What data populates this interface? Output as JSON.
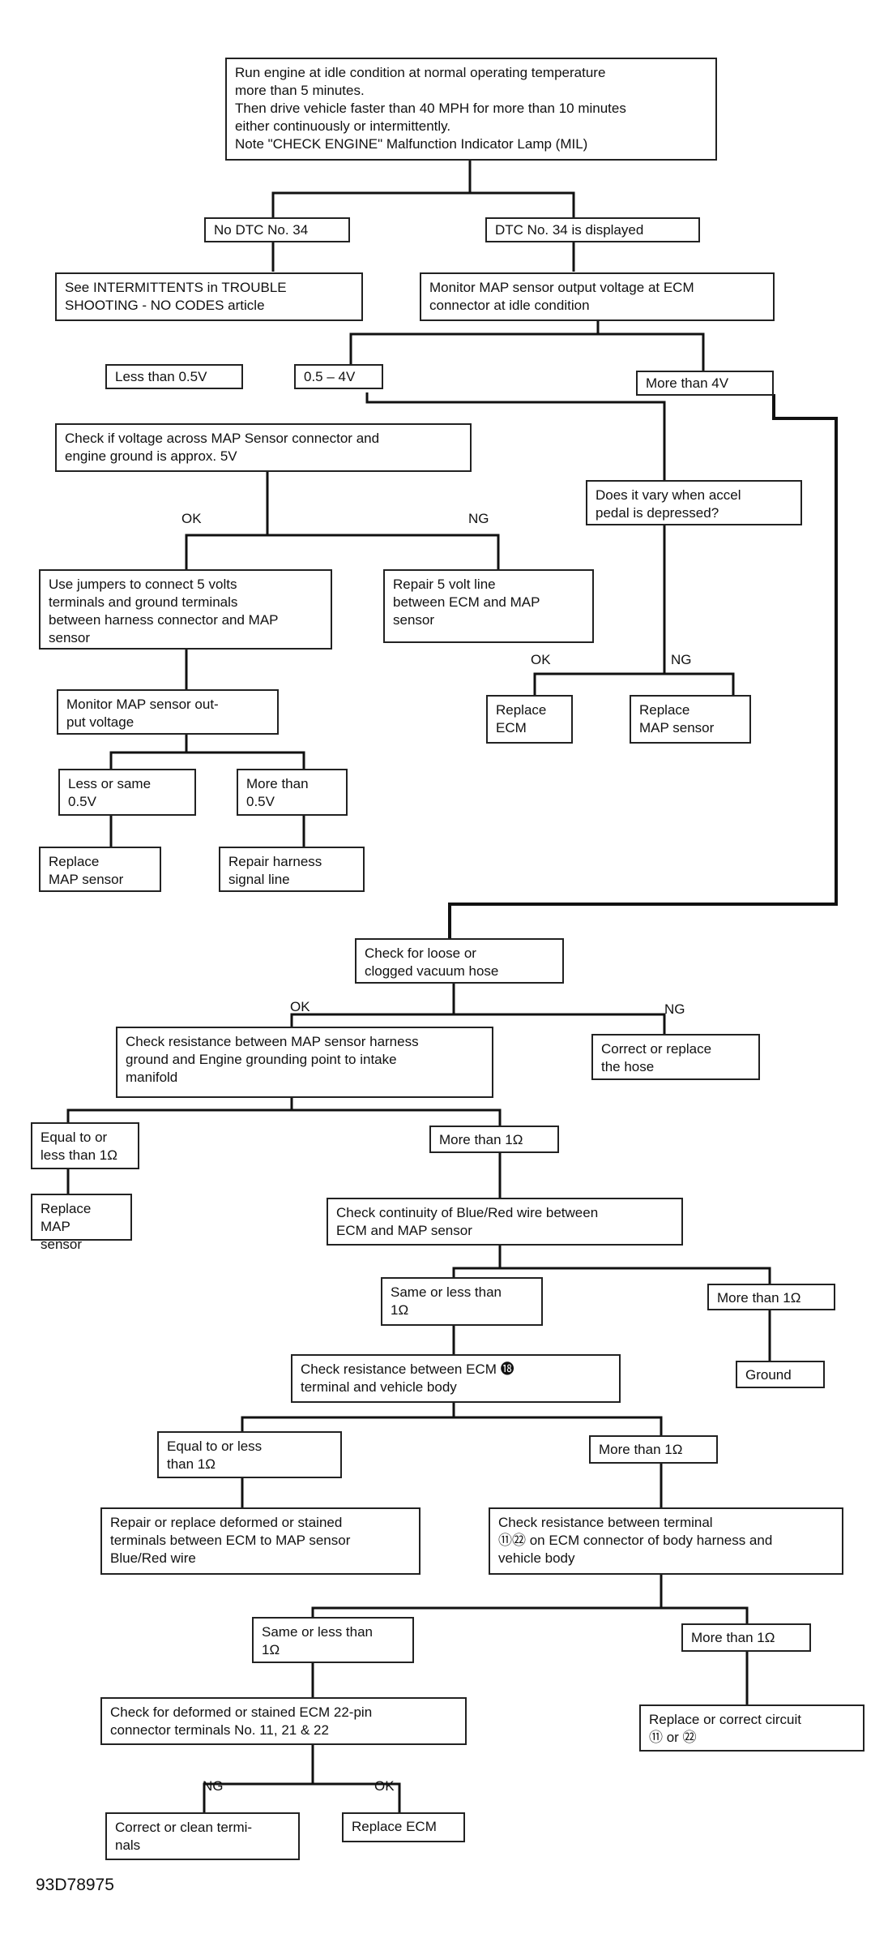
{
  "boxes": {
    "start": "Run engine at idle condition at normal operating temperature\nmore than 5 minutes.\nThen drive vehicle faster than 40 MPH for more than 10 minutes\neither continuously or intermittently.\nNote \"CHECK ENGINE\" Malfunction Indicator Lamp (MIL)",
    "no_dtc": "No DTC No. 34",
    "dtc_displayed": "DTC No. 34 is displayed",
    "see_intermittents": "See INTERMITTENTS in TROUBLE\nSHOOTING - NO CODES article",
    "monitor_map": "Monitor MAP sensor output voltage at ECM\nconnector at idle condition",
    "less_05": "Less than 0.5V",
    "range_05_4": "0.5 – 4V",
    "more_4": "More than 4V",
    "check_5v": "Check if voltage across MAP Sensor connector and\nengine ground is approx. 5V",
    "vary_accel": "Does it vary when accel\npedal is depressed?",
    "use_jumpers": "Use jumpers to connect 5 volts\nterminals and ground terminals\nbetween harness connector and MAP\nsensor",
    "repair_5v": "Repair 5 volt line\nbetween ECM and MAP\nsensor",
    "replace_ecm_1": "Replace\nECM",
    "replace_map_1": "Replace\nMAP sensor",
    "monitor_out": "Monitor MAP sensor out-\nput voltage",
    "less_same_05": "Less or same\n0.5V",
    "more_05": "More than\n0.5V",
    "replace_map_2": "Replace\nMAP sensor",
    "repair_harness": "Repair harness\nsignal line",
    "check_hose": "Check for loose or\nclogged vacuum hose",
    "correct_hose": "Correct or replace\nthe hose",
    "check_resist_ground": "Check resistance between MAP sensor harness\nground and Engine grounding point to intake\nmanifold",
    "equal_less_1": "Equal to or\nless than 1Ω",
    "more_1_a": "More than 1Ω",
    "replace_map_3": "Replace MAP\nsensor",
    "check_continuity": "Check continuity of Blue/Red wire between\nECM and MAP sensor",
    "same_less_1_a": "Same or less than\n1Ω",
    "more_1_b": "More than 1Ω",
    "check_resist_ecm": "Check resistance between ECM ⓲\nterminal and vehicle body",
    "ground": "Ground",
    "equal_less_1_b": "Equal to or less\nthan 1Ω",
    "more_1_c": "More than 1Ω",
    "repair_deformed": "Repair or replace deformed or stained\nterminals between ECM to MAP sensor\nBlue/Red wire",
    "check_resist_terminal": "Check resistance between terminal\n⑪㉒ on ECM connector of body harness and\nvehicle body",
    "same_less_1_b": "Same or less than\n1Ω",
    "more_1_d": "More than 1Ω",
    "check_pin": "Check for deformed or stained ECM 22-pin\nconnector terminals No. 11, 21 & 22",
    "replace_circuit": "Replace or correct circuit\n⑪ or ㉒",
    "correct_clean": "Correct or clean termi-\nnals",
    "replace_ecm_2": "Replace ECM"
  },
  "labels": {
    "ok_1": "OK",
    "ng_1": "NG",
    "ok_2": "OK",
    "ng_2": "NG",
    "ok_3": "OK",
    "ng_3": "NG",
    "ng_4": "NG",
    "ok_4": "OK"
  },
  "figure_ref": "93D78975"
}
